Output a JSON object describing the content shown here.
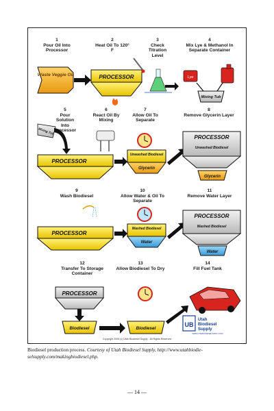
{
  "steps": [
    {
      "num": "1",
      "label": "Pour Oil Into Processor"
    },
    {
      "num": "2",
      "label": "Heat Oil To 120° F"
    },
    {
      "num": "3",
      "label": "Check Titration Level"
    },
    {
      "num": "4",
      "label": "Mix Lye & Methanol In Separate Container"
    },
    {
      "num": "5",
      "label": "Pour Solution Into Processor"
    },
    {
      "num": "6",
      "label": "React Oil By Mixing"
    },
    {
      "num": "7",
      "label": "Allow Oil To Separate"
    },
    {
      "num": "8",
      "label": "Remove Glycerin Layer"
    },
    {
      "num": "9",
      "label": "Wash Biodiesel"
    },
    {
      "num": "10",
      "label": "Allow Water & Oil To Separate"
    },
    {
      "num": "11",
      "label": "Remove Water Layer"
    },
    {
      "num": "12",
      "label": "Transfer To Storage Container"
    },
    {
      "num": "13",
      "label": "Allow Biodiesel To Dry"
    },
    {
      "num": "14",
      "label": "Fill Fuel Tank"
    }
  ],
  "diagram_text": {
    "waste_veggie_oil": "Waste Veggie Oil",
    "processor": "PROCESSOR",
    "lye": "Lye",
    "mixing_tub": "Mixing Tub",
    "unwashed_biodiesel": "Unwashed Biodiesel",
    "glycerin": "Glycerin",
    "washed_biodiesel": "Washed Biodiesel",
    "water": "Water",
    "biodiesel": "Biodiesel",
    "logo_line1": "Utah",
    "logo_line2": "Biodiesel",
    "logo_line3": "Supply",
    "logo_url": "WWW.UTAHBIODIESELSUPPLY.COM",
    "copyright": "Copyright 2005 (c) Utah Biodiesel Supply - All Rights Reserved"
  },
  "caption": {
    "plain": "Biodiesel production process. ",
    "italic": "Courtesy of Utah Biodiesel Supply, http://www.utahbiodie-selsupply.com/makingbiodiesel.php",
    "end": "."
  },
  "page_number": "— 14 —",
  "colors": {
    "yellow": "#f5d90a",
    "blue": "#5ab4e6",
    "orange": "#f3a21a",
    "red": "#d8241e",
    "gray": "#cfcfcf",
    "black": "#111111"
  }
}
